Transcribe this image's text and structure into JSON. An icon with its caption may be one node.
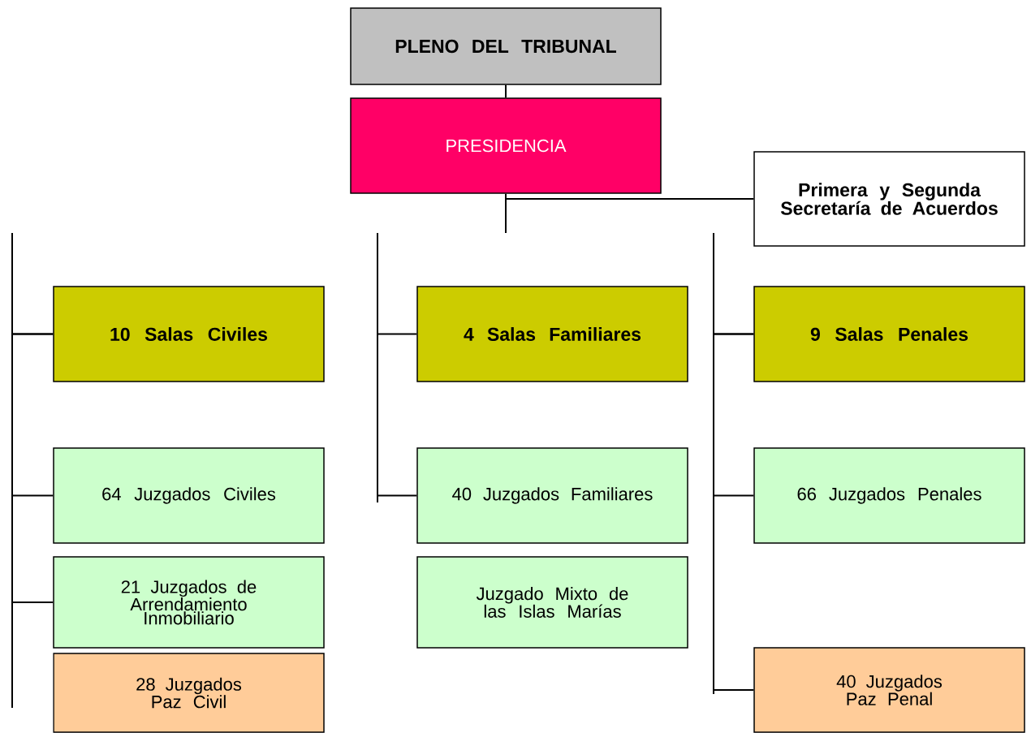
{
  "diagram": {
    "nodes": [
      {
        "text": [
          "PLENO DEL TRIBUNAL"
        ]
      },
      {
        "text": [
          "PRESIDENCIA"
        ]
      },
      {
        "text": [
          "Primera y Segunda Secretaría de Acuerdos"
        ]
      },
      {
        "text": [
          "10 Salas Civiles"
        ]
      },
      {
        "text": [
          "64 Juzgados Civiles"
        ]
      },
      {
        "text": [
          "21 Juzgados de Arrendamiento Inmobiliario"
        ]
      },
      {
        "text": [
          "28 Juzgados Paz Civil"
        ]
      },
      {
        "text": [
          "4 Salas Familiares"
        ]
      },
      {
        "text": [
          "40 Juzgados Familiares"
        ]
      },
      {
        "text": [
          "Juzgado Mixto de las Islas Marías"
        ]
      },
      {
        "text": [
          "9 Salas Penales"
        ]
      },
      {
        "text": [
          "66 Juzgados Penales"
        ]
      },
      {
        "text": [
          "40 Juzgados Paz Penal"
        ]
      }
    ],
    "edges": [
      {
        "from": 0,
        "to": 1,
        "arrow": "none"
      },
      {
        "from": 1,
        "to": 2,
        "arrow": "none"
      },
      {
        "from": 3,
        "to": 4,
        "arrow": "none"
      },
      {
        "from": 3,
        "to": 5,
        "arrow": "none"
      },
      {
        "from": 7,
        "to": 8,
        "arrow": "none"
      },
      {
        "from": 10,
        "to": 11,
        "arrow": "none"
      },
      {
        "from": 10,
        "to": 12,
        "arrow": "none"
      }
    ]
  }
}
